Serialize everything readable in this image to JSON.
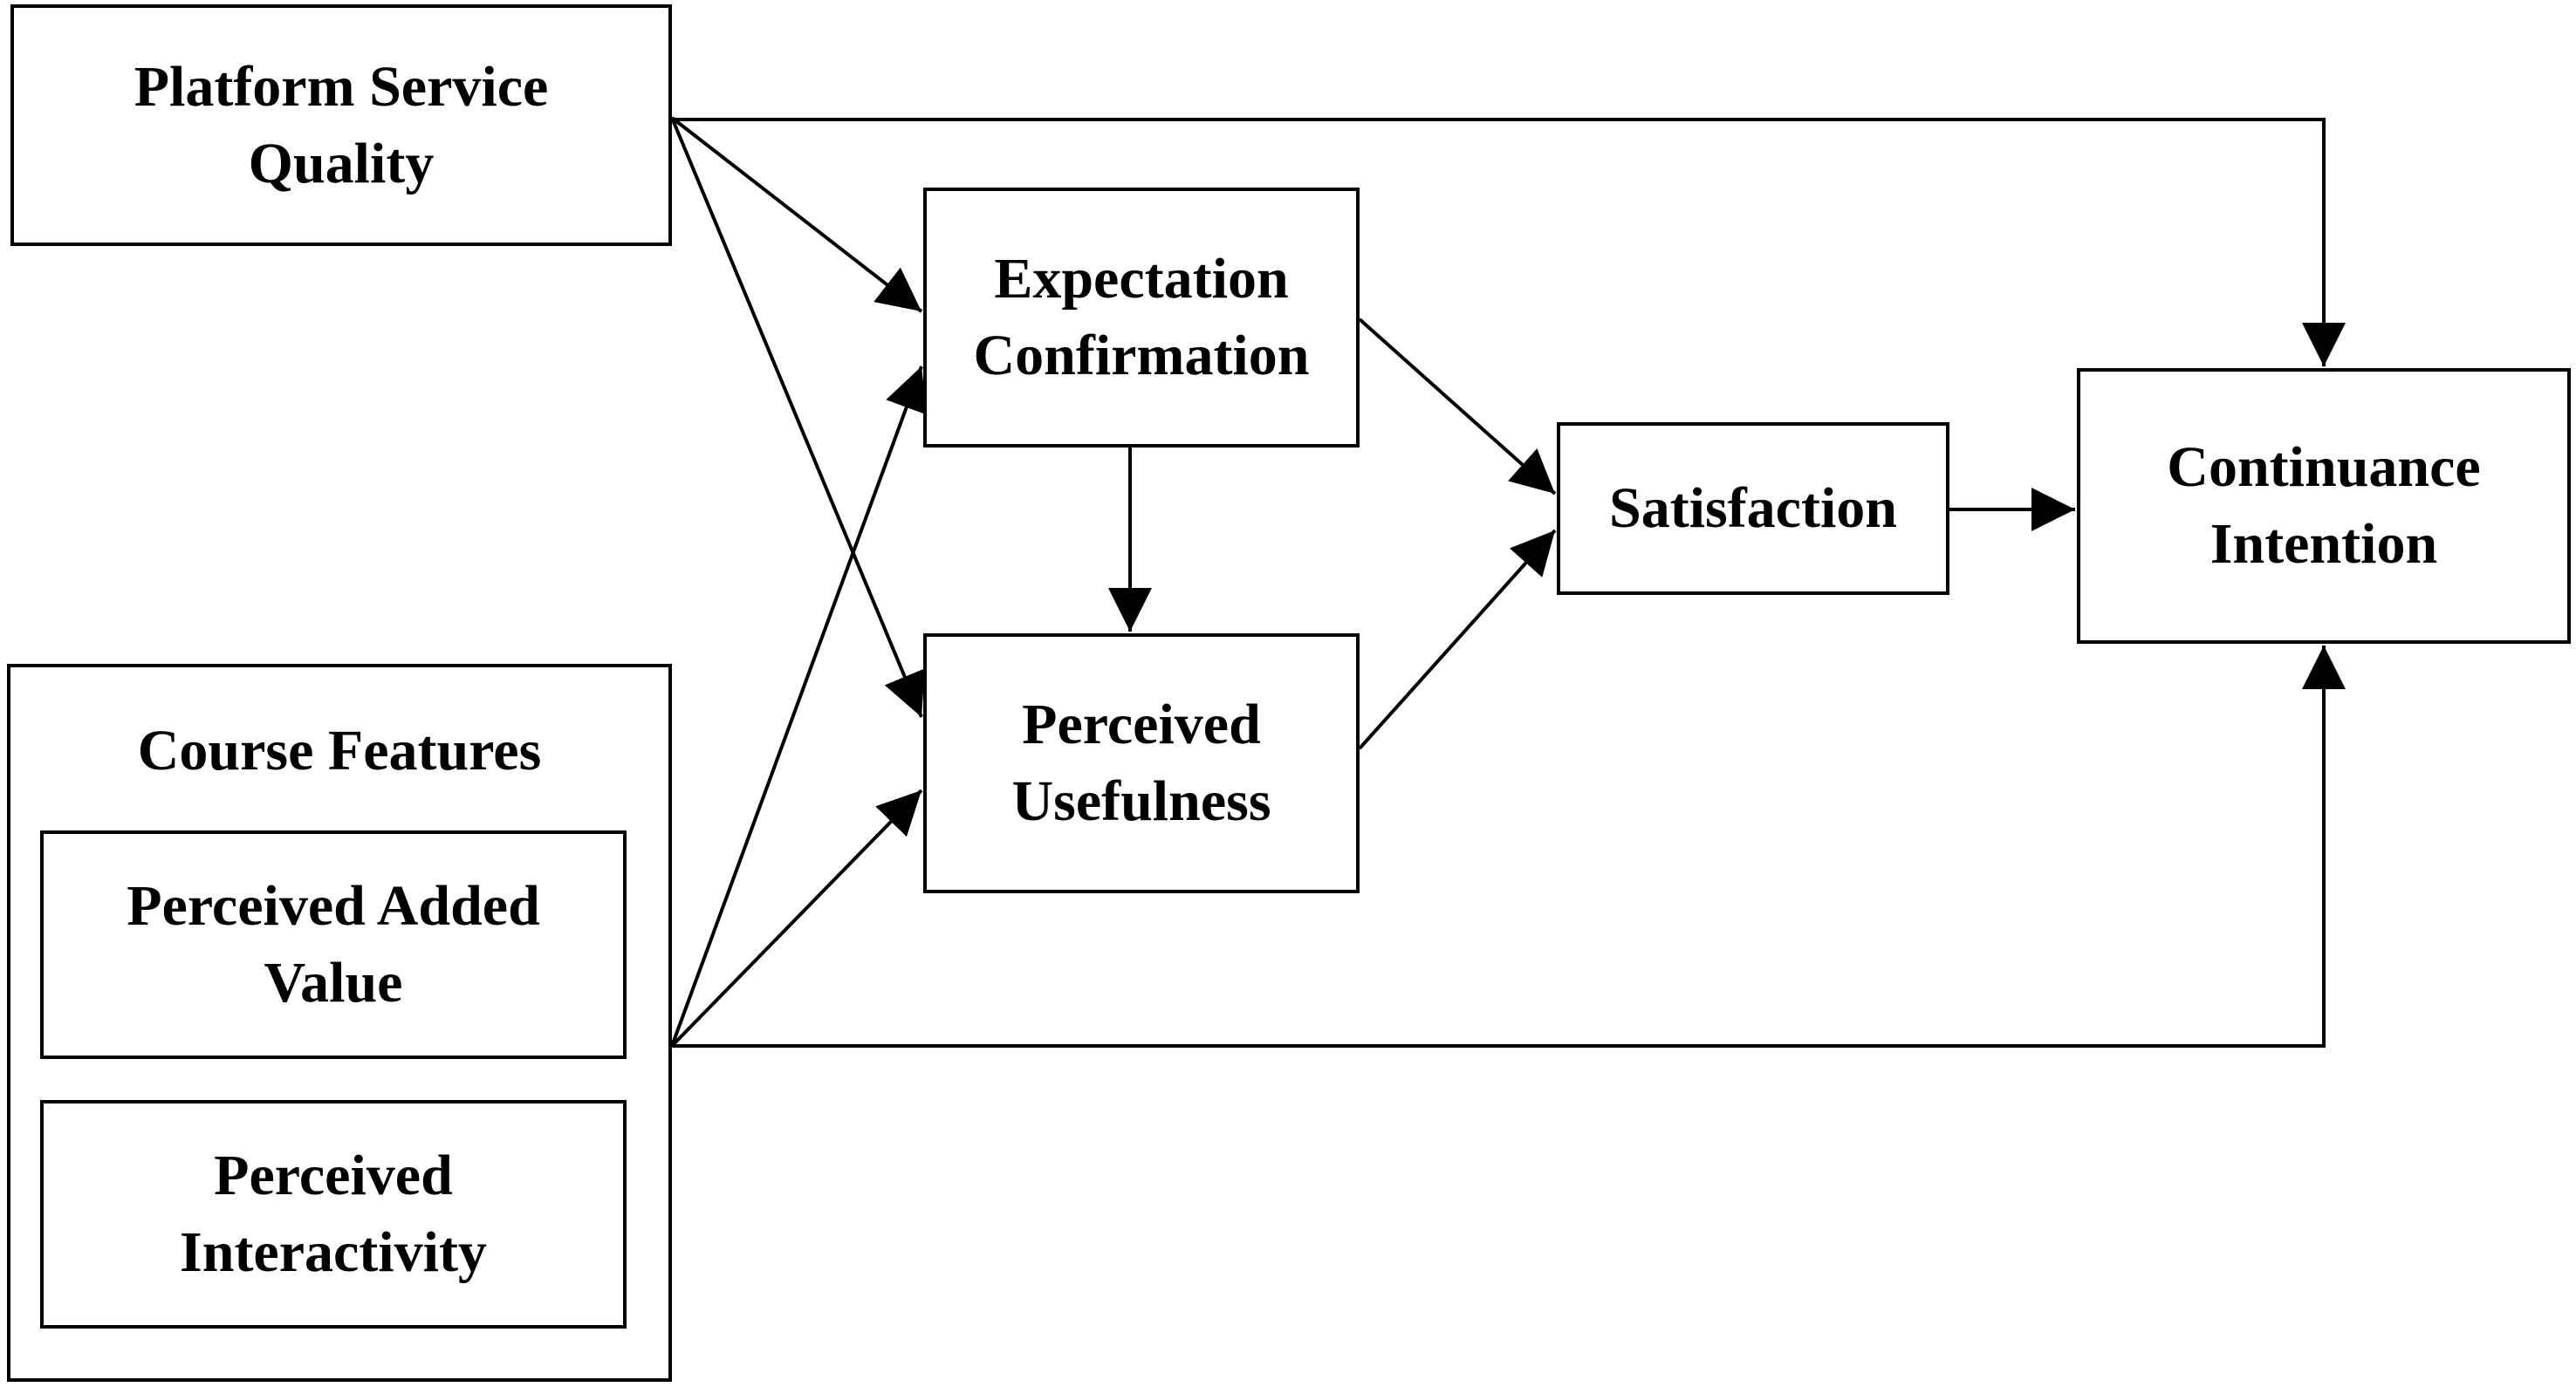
{
  "nodes": {
    "platform_service_quality": "Platform Service\nQuality",
    "expectation_confirmation": "Expectation\nConfirmation",
    "perceived_usefulness": "Perceived\nUsefulness",
    "satisfaction": "Satisfaction",
    "continuance_intention": "Continuance\nIntention",
    "course_features": "Course Features",
    "perceived_added_value": "Perceived Added\nValue",
    "perceived_interactivity": "Perceived\nInteractivity"
  },
  "edges": [
    {
      "from": "Platform Service Quality",
      "to": "Expectation Confirmation"
    },
    {
      "from": "Platform Service Quality",
      "to": "Perceived Usefulness"
    },
    {
      "from": "Platform Service Quality",
      "to": "Continuance Intention"
    },
    {
      "from": "Course Features",
      "to": "Expectation Confirmation"
    },
    {
      "from": "Course Features",
      "to": "Perceived Usefulness"
    },
    {
      "from": "Course Features",
      "to": "Continuance Intention"
    },
    {
      "from": "Expectation Confirmation",
      "to": "Perceived Usefulness"
    },
    {
      "from": "Expectation Confirmation",
      "to": "Satisfaction"
    },
    {
      "from": "Perceived Usefulness",
      "to": "Satisfaction"
    },
    {
      "from": "Satisfaction",
      "to": "Continuance Intention"
    }
  ],
  "colors": {
    "stroke": "#000000",
    "background": "#ffffff"
  }
}
